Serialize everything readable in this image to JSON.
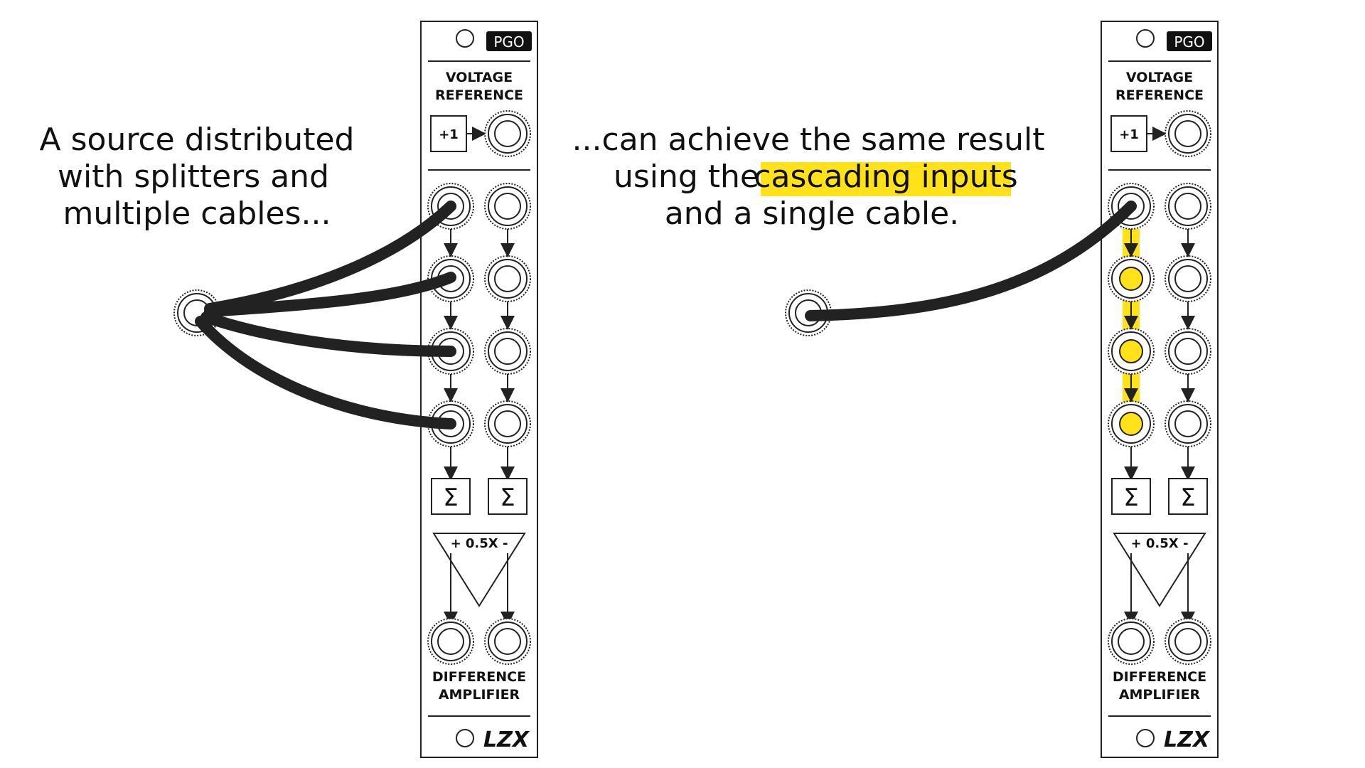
{
  "captions": {
    "left": [
      "A source distributed",
      "with splitters and",
      "multiple cables..."
    ],
    "right_line1": "...can achieve the same result",
    "right_line2_prefix": "using the ",
    "right_line2_highlight": "cascading inputs",
    "right_line3": "and a single cable."
  },
  "module": {
    "brand_badge": "PGO",
    "section_top_line1": "VOLTAGE",
    "section_top_line2": "REFERENCE",
    "ref_box": "+1",
    "sum_symbol": "Σ",
    "amp_label": "+  0.5X  -",
    "section_bottom_line1": "DIFFERENCE",
    "section_bottom_line2": "AMPLIFIER",
    "logo": "LZX"
  },
  "colors": {
    "highlight": "#ffe21a",
    "ink": "#222222",
    "panel_bg": "#ffffff"
  }
}
